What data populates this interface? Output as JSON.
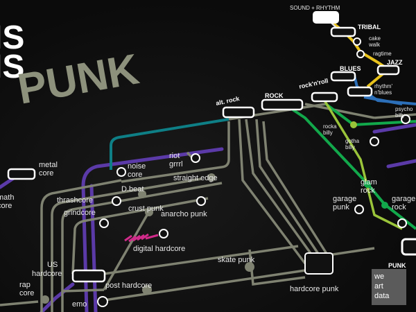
{
  "title": {
    "line1": "IS",
    "line2": "IS",
    "line3": "PUNK"
  },
  "stations": {
    "sound_rhythm": "SOUND + RHYTHM",
    "tribal": "TRIBAL",
    "cake_walk_1": "cake",
    "cake_walk_2": "walk",
    "ragtime": "ragtime",
    "blues": "BLUES",
    "jazz": "JAZZ",
    "rhythm_blues_1": "rhythm'",
    "rhythm_blues_2": "n'blues",
    "alt_rock": "alt. rock",
    "rock": "ROCK",
    "rock_n_roll": "rock'n'roll",
    "rockabilly_1": "rocka",
    "rockabilly_2": "billy",
    "gothabilly_1": "gotha",
    "gothabilly_2": "billy",
    "psychobilly_1": "psycho",
    "psychobilly_2": "billy",
    "metalcore_1": "metal",
    "metalcore_2": "core",
    "noisecore_1": "noise",
    "noisecore_2": "core",
    "riot_grrl_1": "riot",
    "riot_grrl_2": "grrrl",
    "straight_edge": "straight edge",
    "thrashcore": "thrashcore",
    "d_beat": "D.beat",
    "grindcore": "grindcore",
    "crust_punk": "crust punk",
    "anarcho_punk": "anarcho punk",
    "digital_hardcore": "digital hardcore",
    "glam_rock_1": "glam",
    "glam_rock_2": "rock",
    "garage_punk_1": "garage",
    "garage_punk_2": "punk",
    "garage_rock_1": "garage",
    "garage_rock_2": "rock",
    "us_hardcore_1": "US",
    "us_hardcore_2": "hardcore",
    "skate_punk": "skate punk",
    "post_hardcore": "post hardcore",
    "hardcore_punk": "hardcore punk",
    "rap_1": "rap",
    "rap_2": "core",
    "emo": "emo",
    "math_1": "math",
    "math_2": "core",
    "punk": "PUNK"
  },
  "watermark": [
    "we",
    "art",
    "data"
  ],
  "colors": {
    "background": "#0b0b0b",
    "olive": "#8a8c7a",
    "teal": "#0e7f86",
    "green": "#12a84b",
    "yellow": "#e8c21c",
    "blue": "#2c6fb8",
    "purple": "#5b3aa8",
    "lime": "#9ac43a",
    "magenta": "#d12b8a"
  }
}
